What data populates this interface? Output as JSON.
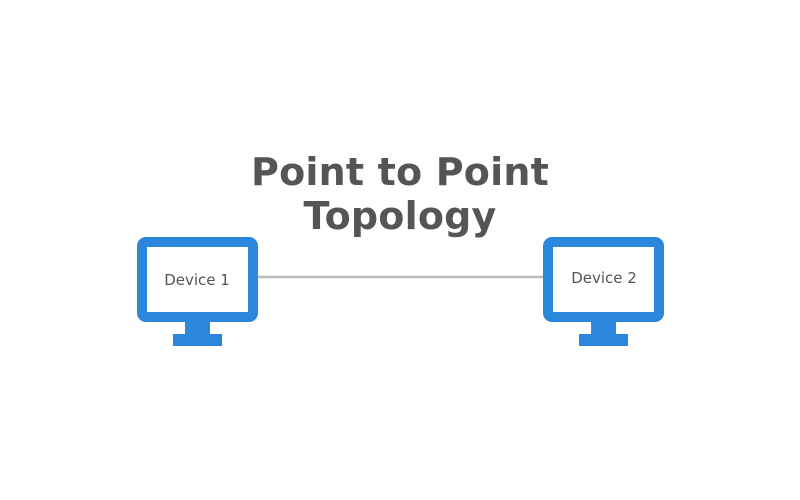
{
  "diagram": {
    "title_line1": "Point to Point",
    "title_line2": "Topology",
    "devices": [
      {
        "label": "Device 1"
      },
      {
        "label": "Device 2"
      }
    ],
    "colors": {
      "monitor": "#2b87dc",
      "screen": "#ffffff",
      "link": "#bdbdbd",
      "text": "#555555"
    }
  }
}
